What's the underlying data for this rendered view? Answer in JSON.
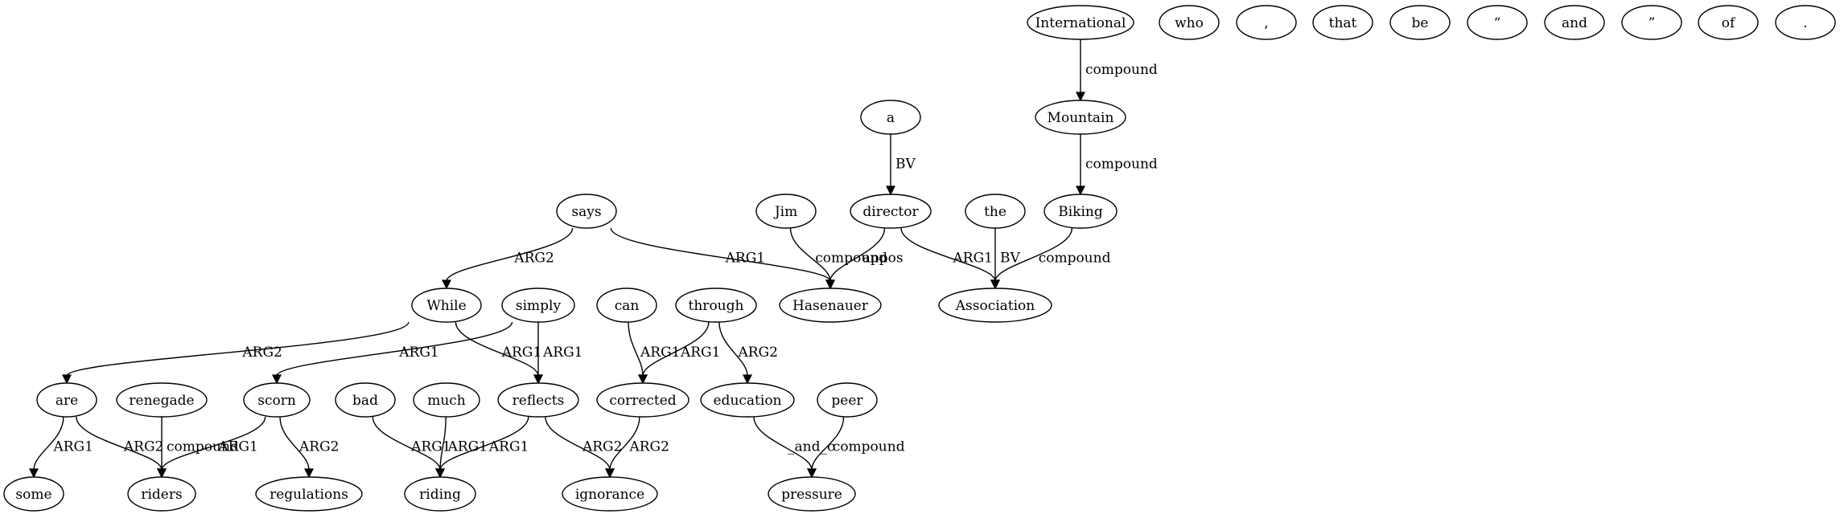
{
  "nodes": {
    "international": "International",
    "who": "who",
    "comma": ",",
    "that": "that",
    "be": "be",
    "open_quote": "“",
    "and": "and",
    "close_quote": "”",
    "of": "of",
    "period": ".",
    "mountain": "Mountain",
    "a": "a",
    "biking": "Biking",
    "says": "says",
    "jim": "Jim",
    "director": "director",
    "the": "the",
    "while": "While",
    "simply": "simply",
    "can": "can",
    "through": "through",
    "hasenauer": "Hasenauer",
    "association": "Association",
    "are": "are",
    "renegade": "renegade",
    "scorn": "scorn",
    "bad": "bad",
    "much": "much",
    "reflects": "reflects",
    "corrected": "corrected",
    "education": "education",
    "peer": "peer",
    "some": "some",
    "riders": "riders",
    "regulations": "regulations",
    "riding": "riding",
    "ignorance": "ignorance",
    "pressure": "pressure"
  },
  "edges": [
    {
      "from": "international",
      "to": "mountain",
      "label": "compound"
    },
    {
      "from": "mountain",
      "to": "biking",
      "label": "compound"
    },
    {
      "from": "a",
      "to": "director",
      "label": "BV"
    },
    {
      "from": "says",
      "to": "while",
      "label": "ARG2"
    },
    {
      "from": "says",
      "to": "hasenauer",
      "label": "ARG1"
    },
    {
      "from": "jim",
      "to": "hasenauer",
      "label": "compound"
    },
    {
      "from": "director",
      "to": "hasenauer",
      "label": "appos"
    },
    {
      "from": "director",
      "to": "association",
      "label": "ARG1"
    },
    {
      "from": "the",
      "to": "association",
      "label": "BV"
    },
    {
      "from": "biking",
      "to": "association",
      "label": "compound"
    },
    {
      "from": "while",
      "to": "are",
      "label": "ARG2"
    },
    {
      "from": "while",
      "to": "reflects",
      "label": "ARG1"
    },
    {
      "from": "simply",
      "to": "scorn",
      "label": "ARG1"
    },
    {
      "from": "simply",
      "to": "reflects",
      "label": "ARG1"
    },
    {
      "from": "can",
      "to": "corrected",
      "label": "ARG1"
    },
    {
      "from": "through",
      "to": "corrected",
      "label": "ARG1"
    },
    {
      "from": "through",
      "to": "education",
      "label": "ARG2"
    },
    {
      "from": "are",
      "to": "some",
      "label": "ARG1"
    },
    {
      "from": "are",
      "to": "riders",
      "label": "ARG2"
    },
    {
      "from": "renegade",
      "to": "riders",
      "label": "compound"
    },
    {
      "from": "scorn",
      "to": "riders",
      "label": "ARG1"
    },
    {
      "from": "scorn",
      "to": "regulations",
      "label": "ARG2"
    },
    {
      "from": "bad",
      "to": "riding",
      "label": "ARG1"
    },
    {
      "from": "much",
      "to": "riding",
      "label": "ARG1"
    },
    {
      "from": "reflects",
      "to": "riding",
      "label": "ARG1"
    },
    {
      "from": "reflects",
      "to": "ignorance",
      "label": "ARG2"
    },
    {
      "from": "corrected",
      "to": "ignorance",
      "label": "ARG2"
    },
    {
      "from": "education",
      "to": "pressure",
      "label": "_and_c"
    },
    {
      "from": "peer",
      "to": "pressure",
      "label": "compound"
    }
  ]
}
